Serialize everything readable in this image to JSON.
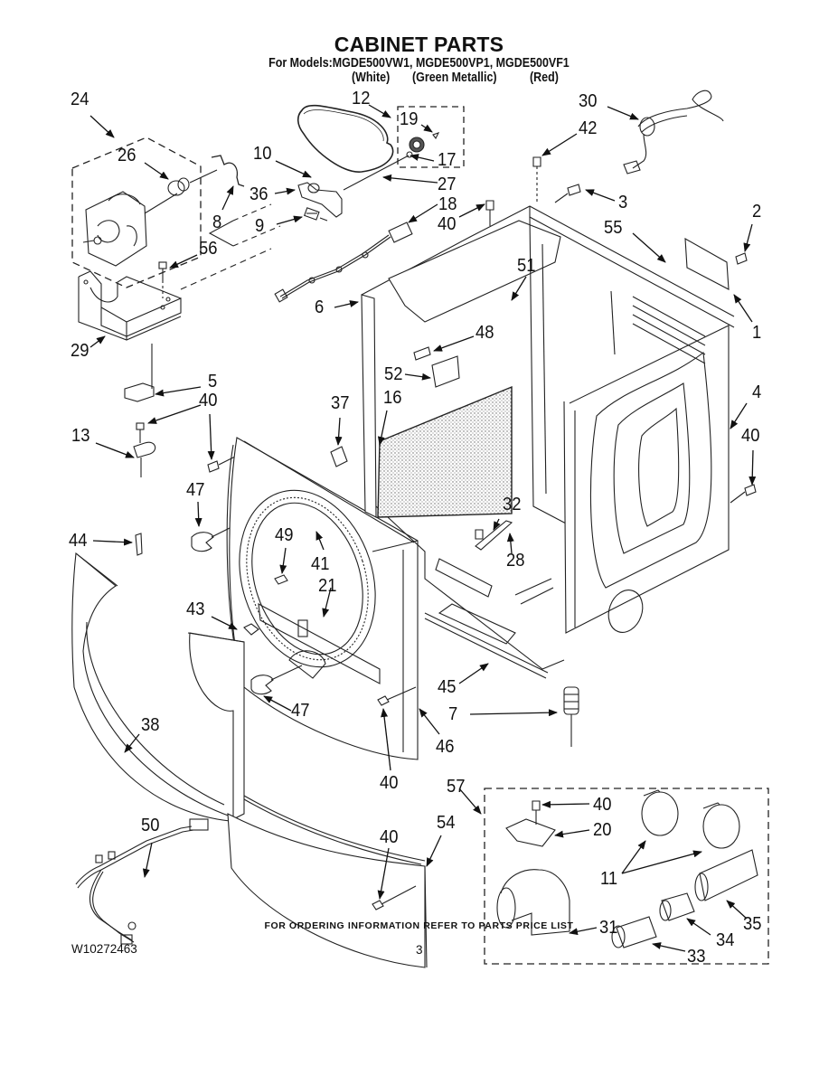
{
  "header": {
    "title": "CABINET PARTS",
    "models_line": "For Models:MGDE500VW1, MGDE500VP1, MGDE500VF1",
    "color_variants": [
      "(White)",
      "(Green Metallic)",
      "(Red)"
    ]
  },
  "callouts": [
    {
      "id": "c24",
      "label": "24"
    },
    {
      "id": "c26",
      "label": "26"
    },
    {
      "id": "c8",
      "label": "8"
    },
    {
      "id": "c56",
      "label": "56"
    },
    {
      "id": "c29",
      "label": "29"
    },
    {
      "id": "c5",
      "label": "5"
    },
    {
      "id": "c40a",
      "label": "40"
    },
    {
      "id": "c13",
      "label": "13"
    },
    {
      "id": "c47a",
      "label": "47"
    },
    {
      "id": "c44",
      "label": "44"
    },
    {
      "id": "c43",
      "label": "43"
    },
    {
      "id": "c38",
      "label": "38"
    },
    {
      "id": "c50",
      "label": "50"
    },
    {
      "id": "c12",
      "label": "12"
    },
    {
      "id": "c19",
      "label": "19"
    },
    {
      "id": "c17",
      "label": "17"
    },
    {
      "id": "c10",
      "label": "10"
    },
    {
      "id": "c36",
      "label": "36"
    },
    {
      "id": "c27",
      "label": "27"
    },
    {
      "id": "c9",
      "label": "9"
    },
    {
      "id": "c18",
      "label": "18"
    },
    {
      "id": "c40b",
      "label": "40"
    },
    {
      "id": "c6",
      "label": "6"
    },
    {
      "id": "c51",
      "label": "51"
    },
    {
      "id": "c48",
      "label": "48"
    },
    {
      "id": "c52",
      "label": "52"
    },
    {
      "id": "c37",
      "label": "37"
    },
    {
      "id": "c16",
      "label": "16"
    },
    {
      "id": "c49",
      "label": "49"
    },
    {
      "id": "c41",
      "label": "41"
    },
    {
      "id": "c21",
      "label": "21"
    },
    {
      "id": "c47b",
      "label": "47"
    },
    {
      "id": "c40c",
      "label": "40"
    },
    {
      "id": "c46",
      "label": "46"
    },
    {
      "id": "c45",
      "label": "45"
    },
    {
      "id": "c7",
      "label": "7"
    },
    {
      "id": "c32",
      "label": "32"
    },
    {
      "id": "c28",
      "label": "28"
    },
    {
      "id": "c30",
      "label": "30"
    },
    {
      "id": "c42",
      "label": "42"
    },
    {
      "id": "c3",
      "label": "3"
    },
    {
      "id": "c55",
      "label": "55"
    },
    {
      "id": "c2",
      "label": "2"
    },
    {
      "id": "c1",
      "label": "1"
    },
    {
      "id": "c4",
      "label": "4"
    },
    {
      "id": "c40d",
      "label": "40"
    },
    {
      "id": "c57",
      "label": "57"
    },
    {
      "id": "c40e",
      "label": "40"
    },
    {
      "id": "c20",
      "label": "20"
    },
    {
      "id": "c11",
      "label": "11"
    },
    {
      "id": "c31",
      "label": "31"
    },
    {
      "id": "c35",
      "label": "35"
    },
    {
      "id": "c34",
      "label": "34"
    },
    {
      "id": "c33",
      "label": "33"
    },
    {
      "id": "c40f",
      "label": "40"
    },
    {
      "id": "c54",
      "label": "54"
    }
  ],
  "footer": {
    "ordering_note": "FOR ORDERING INFORMATION REFER TO PARTS PRICE LIST",
    "document_number": "W10272463",
    "page_number": "3"
  }
}
